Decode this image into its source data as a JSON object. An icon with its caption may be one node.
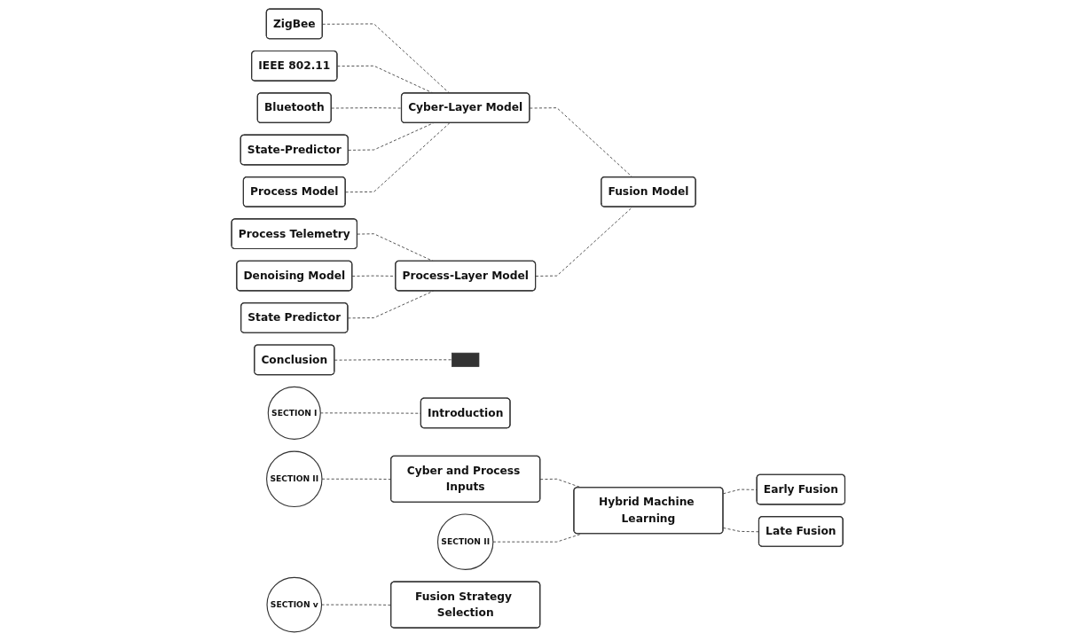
{
  "diagram": {
    "nodes": [
      {
        "text": [
          "ZigBee"
        ]
      },
      {
        "text": [
          "IEEE 802.11"
        ]
      },
      {
        "text": [
          "Bluetooth"
        ]
      },
      {
        "text": [
          "State-Predictor"
        ]
      },
      {
        "text": [
          "Process Model"
        ]
      },
      {
        "text": [
          "Process Telemetry"
        ]
      },
      {
        "text": [
          "Denoising Model"
        ]
      },
      {
        "text": [
          "State Predictor"
        ]
      },
      {
        "text": [
          "Cyber-Layer Model"
        ]
      },
      {
        "text": [
          "Process-Layer Model"
        ]
      },
      {
        "text": [
          "Fusion Model"
        ]
      },
      {
        "text": [
          "Conclusion"
        ]
      },
      {
        "text": [],
        "shape": "bar"
      },
      {
        "text": [
          "SECTION I"
        ]
      },
      {
        "text": [
          "Introduction"
        ]
      },
      {
        "text": [
          "SECTION II"
        ]
      },
      {
        "text": [
          "Cyber and Process Inputs"
        ]
      },
      {
        "text": [
          "SECTION II"
        ]
      },
      {
        "text": [
          "Hybrid Machine Learning"
        ]
      },
      {
        "text": [
          "Early Fusion"
        ]
      },
      {
        "text": [
          "Late Fusion"
        ]
      },
      {
        "text": [
          "SECTION v"
        ]
      },
      {
        "text": [
          "Fusion Strategy Selection"
        ]
      }
    ],
    "edges": [
      {
        "from": 0,
        "to": 8,
        "arrow": "none",
        "style": "dashed"
      },
      {
        "from": 1,
        "to": 8,
        "arrow": "none",
        "style": "dashed"
      },
      {
        "from": 2,
        "to": 8,
        "arrow": "none",
        "style": "dashed"
      },
      {
        "from": 3,
        "to": 8,
        "arrow": "none",
        "style": "dashed"
      },
      {
        "from": 4,
        "to": 8,
        "arrow": "none",
        "style": "dashed"
      },
      {
        "from": 5,
        "to": 9,
        "arrow": "none",
        "style": "dashed"
      },
      {
        "from": 6,
        "to": 9,
        "arrow": "none",
        "style": "dashed"
      },
      {
        "from": 7,
        "to": 9,
        "arrow": "none",
        "style": "dashed"
      },
      {
        "from": 8,
        "to": 10,
        "arrow": "none",
        "style": "dashed"
      },
      {
        "from": 9,
        "to": 10,
        "arrow": "none",
        "style": "dashed"
      },
      {
        "from": 11,
        "to": 12,
        "arrow": "none",
        "style": "dashed"
      },
      {
        "from": 13,
        "to": 14,
        "arrow": "none",
        "style": "dashed"
      },
      {
        "from": 15,
        "to": 16,
        "arrow": "none",
        "style": "dashed"
      },
      {
        "from": 16,
        "to": 18,
        "arrow": "none",
        "style": "dashed"
      },
      {
        "from": 17,
        "to": 18,
        "arrow": "none",
        "style": "dashed"
      },
      {
        "from": 18,
        "to": 19,
        "arrow": "none",
        "style": "dashed"
      },
      {
        "from": 18,
        "to": 20,
        "arrow": "none",
        "style": "dashed"
      },
      {
        "from": 21,
        "to": 22,
        "arrow": "none",
        "style": "dashed"
      }
    ]
  }
}
